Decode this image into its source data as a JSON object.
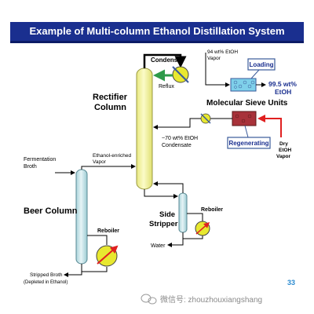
{
  "title": "Example of Multi-column Ethanol Distillation System",
  "labels": {
    "condenser": "Condenser",
    "vapor_94": [
      "94 wt% EtOH",
      "Vapor"
    ],
    "loading": "Loading",
    "product": [
      "99.5 wt%",
      "EtOH"
    ],
    "rectifier_column": [
      "Rectifier",
      "Column"
    ],
    "reflux": "Reflux",
    "molecular_sieve_units": "Molecular Sieve Units",
    "condensate_70": [
      "~70 wt% EtOH",
      "Condensate"
    ],
    "regenerating": "Regenerating",
    "dry_vapor": [
      "Dry",
      "EtOH",
      "Vapor"
    ],
    "fermentation_broth": [
      "Fermentation",
      "Broth"
    ],
    "ethanol_enriched_vapor": [
      "Ethanol-enriched",
      "Vapor"
    ],
    "beer_column": "Beer Column",
    "reboiler_side": "Reboiler",
    "side_stripper": [
      "Side",
      "Stripper"
    ],
    "reboiler_beer": "Reboiler",
    "water": "Water",
    "stripped_broth": [
      "Stripped Broth",
      "(Depleted in Ethanol)"
    ],
    "page_number": "33",
    "watermark": "微信号: zhouzhouxiangshang"
  },
  "colors": {
    "title_bg": "#1a2f8f",
    "column_fill": "#f4f4a0",
    "beer_column_fill": "#cde6ea",
    "side_stripper_fill": "#cde6ea",
    "reflux_arrow": "#2e9a4a",
    "sieve_loading": "#7fd0ea",
    "sieve_regenerating": "#a8323a",
    "dry_vapor_arrow": "#e02020",
    "product_text": "#1a2f8f",
    "page_number": "#2a8ad0"
  },
  "icons": [
    "heat-exchanger-icon",
    "reboiler-icon",
    "valve-icon",
    "wechat-icon"
  ]
}
